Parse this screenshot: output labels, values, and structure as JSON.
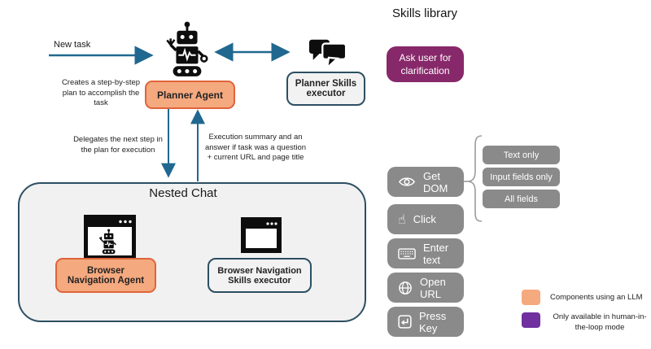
{
  "colors": {
    "arrow_teal": "#20688F",
    "llm_orange_fill": "#F5A97F",
    "llm_orange_border": "#E0643A",
    "hitl_purple_box": "#87286A",
    "hitl_purple_legend": "#7030A0",
    "skill_gray": "#8A8A8A",
    "box_border_navy": "#2C4F63",
    "panel_gray_fill": "#F1F1F1"
  },
  "flow": {
    "new_task_label": "New task",
    "planner_agent_label": "Planner Agent",
    "planner_skills_executor_label": "Planner Skills\nexecutor",
    "creates_note": "Creates a step-by-step\nplan to accomplish the\ntask",
    "delegates_note": "Delegates the next step in\nthe plan for execution",
    "execution_note": "Execution summary and an\nanswer if task was a question\n+ current URL and page title",
    "nested_chat_title": "Nested Chat",
    "browser_navigation_agent_label": "Browser\nNavigation Agent",
    "browser_navigation_skills_executor_label": "Browser Navigation\nSkills executor"
  },
  "skills": {
    "title": "Skills library",
    "ask_user_label": "Ask user for\nclarification",
    "get_dom_label": "Get DOM",
    "click_label": "Click",
    "enter_text_label": "Enter text",
    "open_url_label": "Open URL",
    "press_key_label": "Press Key",
    "click_glyph": "☝",
    "dom_options": [
      "Text only",
      "Input fields only",
      "All fields"
    ],
    "icons": [
      "eye-icon",
      "hand-pointer-icon",
      "keyboard-icon",
      "globe-icon",
      "return-key-icon"
    ]
  },
  "legend": {
    "llm_label": "Components using an LLM",
    "hitl_label": "Only available in human-in-\nthe-loop mode"
  }
}
